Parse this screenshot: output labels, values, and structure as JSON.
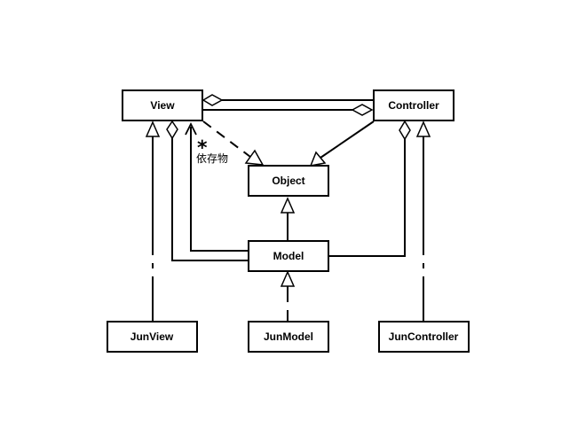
{
  "diagram": {
    "classes": {
      "view": "View",
      "controller": "Controller",
      "object": "Object",
      "model": "Model",
      "jun_view": "JunView",
      "jun_model": "JunModel",
      "jun_controller": "JunController"
    },
    "dependency_note": {
      "multiplicity": "*",
      "label": "依存物"
    },
    "colors": {
      "line": "#000000",
      "box_fill": "#ffffff",
      "background": "#ffffff"
    }
  }
}
